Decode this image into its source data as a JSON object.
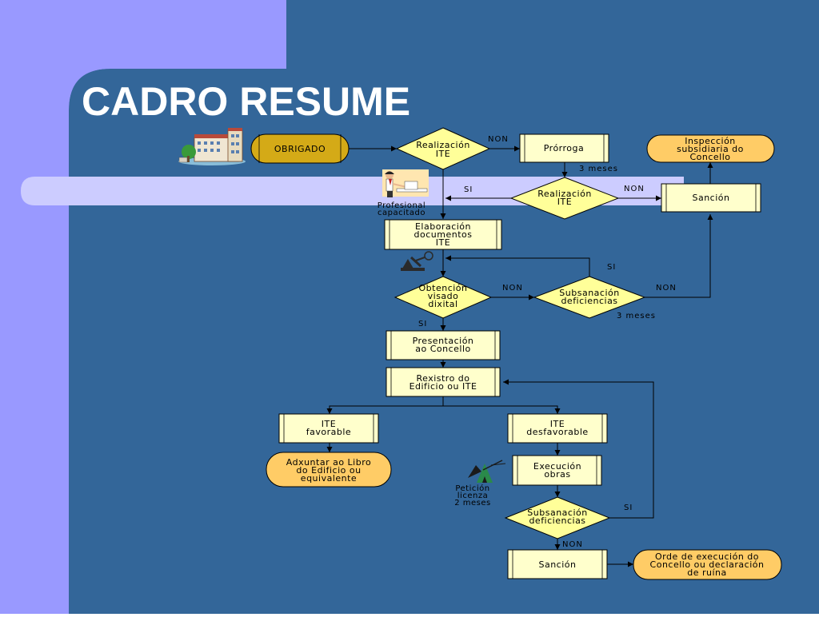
{
  "slide": {
    "title": "CADRO RESUME",
    "colors": {
      "background_blue": "#336699",
      "accent_lavender": "#9999FF",
      "band": "#CCCCFF",
      "process_box": "#FFFFCC",
      "decision": "#FFFF99",
      "terminal_orange": "#FFCC66",
      "obrigado_gold": "#D4AA17",
      "line": "#000000"
    }
  },
  "diagram": {
    "nodes": {
      "obrigado": "OBRIGADO",
      "realizacion_ite_1": [
        "Realización",
        "ITE"
      ],
      "prorroga": "Prórroga",
      "inspeccion": [
        "Inspección",
        "subsidiaria do",
        "Concello"
      ],
      "realizacion_ite_2": [
        "Realización",
        "ITE"
      ],
      "sancion_1": "Sanción",
      "elaboracion": [
        "Elaboración",
        "documentos",
        "ITE"
      ],
      "obtencion": [
        "Obtención",
        "visado",
        "dixital"
      ],
      "subsanacion_1": [
        "Subsanación",
        "deficiencias"
      ],
      "presentacion": [
        "Presentación",
        "ao Concello"
      ],
      "rexistro": [
        "Rexistro do",
        "Edificio ou ITE"
      ],
      "ite_favorable": [
        "ITE",
        "favorable"
      ],
      "ite_desfavorable": [
        "ITE",
        "desfavorable"
      ],
      "adxuntar": [
        "Adxuntar ao Libro",
        "do Edificio ou",
        "equivalente"
      ],
      "execucion": [
        "Execución",
        "obras"
      ],
      "subsanacion_2": [
        "Subsanación",
        "deficiencias"
      ],
      "sancion_2": "Sanción",
      "orde": [
        "Orde de execución do",
        "Concello ou declaración",
        "de ruína"
      ]
    },
    "edge_labels": {
      "non_1": "NON",
      "tres_meses_1": "3 meses",
      "si_1": "SI",
      "non_2": "NON",
      "si_2": "SI",
      "non_3": "NON",
      "non_4": "NON",
      "tres_meses_2": "3 meses",
      "si_3": "SI",
      "si_4": "SI",
      "non_5": "NON"
    },
    "annotations": {
      "profesional": [
        "Profesional",
        "capacitado"
      ],
      "peticion": [
        "Petición",
        "licenza",
        "2 meses"
      ]
    },
    "icons": [
      "building-icon",
      "professional-person-icon",
      "stamp-icon",
      "permit-icon"
    ]
  }
}
